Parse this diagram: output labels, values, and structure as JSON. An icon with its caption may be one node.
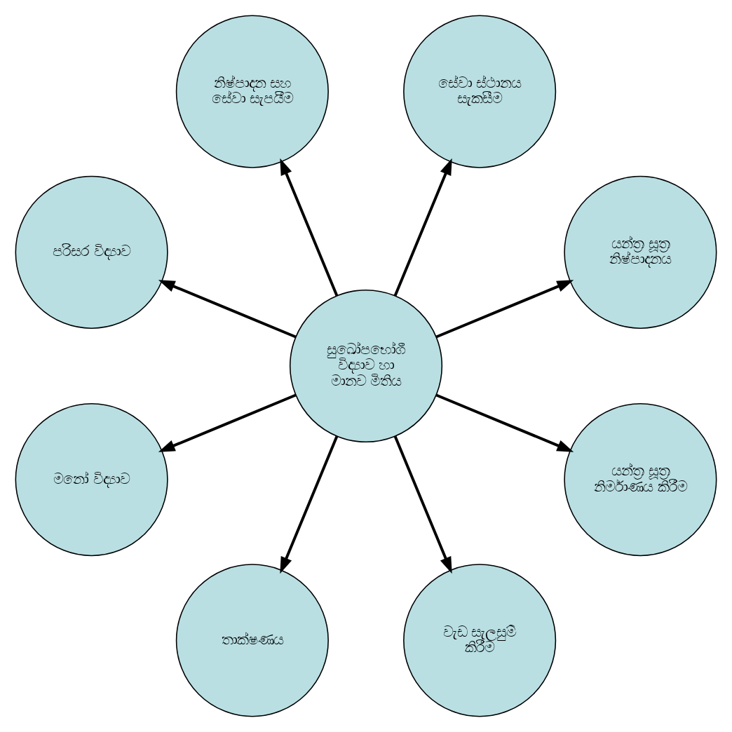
{
  "diagram": {
    "nodes": [
      {
        "text": [
          "යන්ත්‍ර සූත්‍ර නිෂ්පාදනය"
        ]
      },
      {
        "text": [
          "සේවා ස්ථානය සැකසීම"
        ]
      },
      {
        "text": [
          "නිෂ්පාදන සහ සේවා සැපයීම"
        ]
      },
      {
        "text": [
          "පරිසර විද්‍යාව"
        ]
      },
      {
        "text": [
          "සුඛෝපභෝගී විද්‍යාව හා මානව මිතිය"
        ]
      },
      {
        "text": [
          "මනෝ විද්‍යාව"
        ]
      },
      {
        "text": [
          "තාක්ෂණය"
        ]
      },
      {
        "text": [
          "වැඩ සැලසුම් කිරීම"
        ]
      },
      {
        "text": [
          "යන්ත්‍ර සූත්‍ර නිර්මාණය කිරීම"
        ]
      }
    ],
    "edges": [
      {
        "from": 4,
        "to": 0,
        "arrow": "to"
      },
      {
        "from": 4,
        "to": 2,
        "arrow": "to"
      },
      {
        "from": 4,
        "to": 5,
        "arrow": "to"
      },
      {
        "from": 4,
        "to": 7,
        "arrow": "to"
      },
      {
        "from": 4,
        "to": 8,
        "arrow": "to"
      },
      {
        "from": 4,
        "to": 6,
        "arrow": "to"
      },
      {
        "from": 4,
        "to": 3,
        "arrow": "to"
      },
      {
        "from": 4,
        "to": 1,
        "arrow": "to"
      }
    ]
  }
}
